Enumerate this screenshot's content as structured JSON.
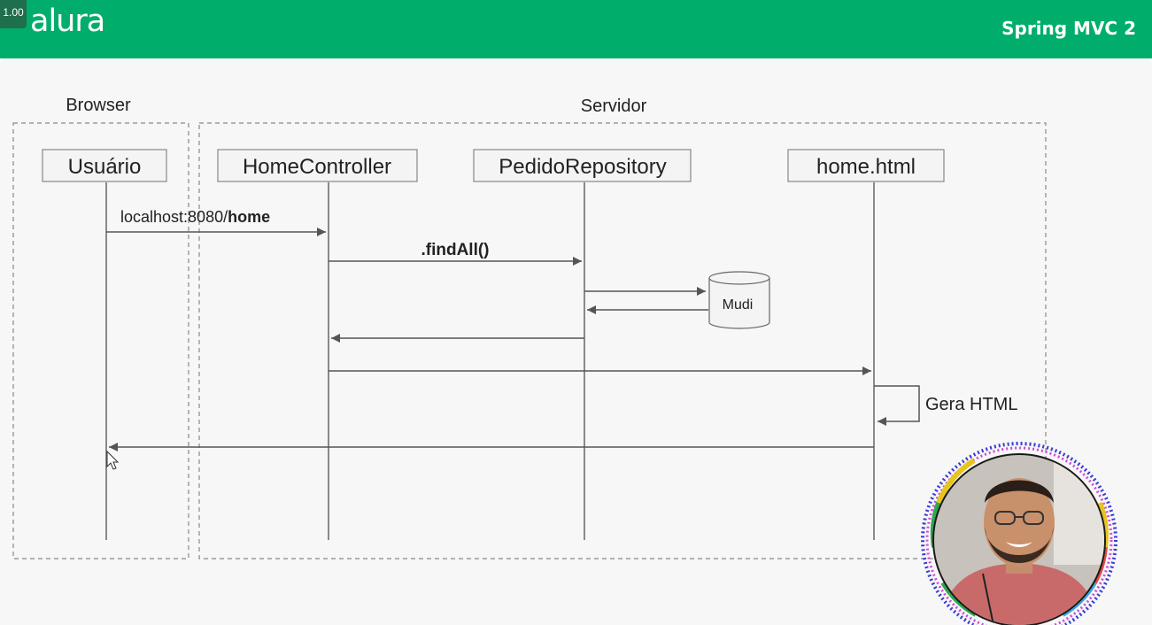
{
  "toolbar": {
    "zoom_label": "1.00"
  },
  "header": {
    "logo_text": "alura",
    "course_title": "Spring MVC 2",
    "brand_color": "#00ad6b"
  },
  "diagram": {
    "groups": [
      {
        "id": "browser",
        "label": "Browser"
      },
      {
        "id": "servidor",
        "label": "Servidor"
      }
    ],
    "participants": [
      {
        "id": "usuario",
        "label": "Usuário"
      },
      {
        "id": "homecontroller",
        "label": "HomeController"
      },
      {
        "id": "pedidorepository",
        "label": "PedidoRepository"
      },
      {
        "id": "home_html",
        "label": "home.html"
      }
    ],
    "database": {
      "label": "Mudi"
    },
    "messages": [
      {
        "from": "usuario",
        "to": "homecontroller",
        "label_plain": "localhost:8080/",
        "label_bold": "home"
      },
      {
        "from": "homecontroller",
        "to": "pedidorepository",
        "label_plain": "",
        "label_bold": ".findAll()"
      },
      {
        "from": "pedidorepository",
        "to": "database",
        "label_plain": "",
        "label_bold": ""
      },
      {
        "from": "database",
        "to": "pedidorepository",
        "label_plain": "",
        "label_bold": ""
      },
      {
        "from": "pedidorepository",
        "to": "homecontroller",
        "label_plain": "",
        "label_bold": ""
      },
      {
        "from": "homecontroller",
        "to": "home_html",
        "label_plain": "",
        "label_bold": ""
      },
      {
        "from": "home_html",
        "to": "home_html",
        "label_plain": "Gera HTML",
        "label_bold": ""
      },
      {
        "from": "home_html",
        "to": "usuario",
        "label_plain": "",
        "label_bold": ""
      }
    ]
  },
  "presenter": {
    "icon": "presenter-webcam-avatar"
  }
}
